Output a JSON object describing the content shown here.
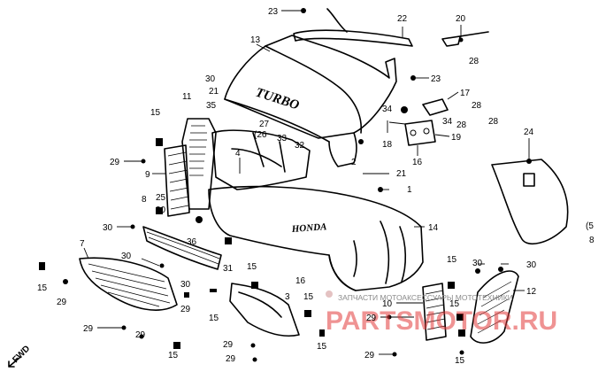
{
  "diagram": {
    "callouts": [
      {
        "id": "c23a",
        "text": "23"
      },
      {
        "id": "c22",
        "text": "22"
      },
      {
        "id": "c20",
        "text": "20"
      },
      {
        "id": "c28a",
        "text": "28"
      },
      {
        "id": "c13",
        "text": "13"
      },
      {
        "id": "c23b",
        "text": "23"
      },
      {
        "id": "c17",
        "text": "17"
      },
      {
        "id": "c28b",
        "text": "28"
      },
      {
        "id": "c34a",
        "text": "34"
      },
      {
        "id": "c34b",
        "text": "34"
      },
      {
        "id": "c28c",
        "text": "28"
      },
      {
        "id": "c28d",
        "text": "28"
      },
      {
        "id": "c19",
        "text": "19"
      },
      {
        "id": "c18",
        "text": "18"
      },
      {
        "id": "c16a",
        "text": "16"
      },
      {
        "id": "c30a",
        "text": "30"
      },
      {
        "id": "c21a",
        "text": "21"
      },
      {
        "id": "c11",
        "text": "11"
      },
      {
        "id": "c35",
        "text": "35"
      },
      {
        "id": "c27",
        "text": "27"
      },
      {
        "id": "c26",
        "text": "(26"
      },
      {
        "id": "c33",
        "text": "33"
      },
      {
        "id": "c32",
        "text": "32"
      },
      {
        "id": "c15a",
        "text": "15"
      },
      {
        "id": "c2",
        "text": "2"
      },
      {
        "id": "c24",
        "text": "24"
      },
      {
        "id": "c29a",
        "text": "29"
      },
      {
        "id": "c9",
        "text": "9"
      },
      {
        "id": "c4",
        "text": "4"
      },
      {
        "id": "c21b",
        "text": "21"
      },
      {
        "id": "c1",
        "text": "1"
      },
      {
        "id": "c8a",
        "text": "8"
      },
      {
        "id": "c25",
        "text": "25"
      },
      {
        "id": "c5",
        "text": "(5"
      },
      {
        "id": "c8b",
        "text": "8"
      },
      {
        "id": "c14",
        "text": "14"
      },
      {
        "id": "c30b",
        "text": "30"
      },
      {
        "id": "c36",
        "text": "36"
      },
      {
        "id": "c31",
        "text": "31"
      },
      {
        "id": "c7",
        "text": "7"
      },
      {
        "id": "c30c",
        "text": "30"
      },
      {
        "id": "c15b",
        "text": "15"
      },
      {
        "id": "c15c",
        "text": "15"
      },
      {
        "id": "c16b",
        "text": "16"
      },
      {
        "id": "c15d",
        "text": "15"
      },
      {
        "id": "c30d",
        "text": "30"
      },
      {
        "id": "c30e",
        "text": "30"
      },
      {
        "id": "c12",
        "text": "12"
      },
      {
        "id": "c15e",
        "text": "15"
      },
      {
        "id": "c29b",
        "text": "29"
      },
      {
        "id": "c30f",
        "text": "30"
      },
      {
        "id": "c3",
        "text": "3"
      },
      {
        "id": "c15f",
        "text": "15"
      },
      {
        "id": "c10",
        "text": "10"
      },
      {
        "id": "c29c",
        "text": "29"
      },
      {
        "id": "c29d",
        "text": "29"
      },
      {
        "id": "c15g",
        "text": "15"
      },
      {
        "id": "c29e",
        "text": "29"
      },
      {
        "id": "c29f",
        "text": "29"
      },
      {
        "id": "c29g",
        "text": "29"
      },
      {
        "id": "c29h",
        "text": "29"
      },
      {
        "id": "c29i",
        "text": "29"
      },
      {
        "id": "c15h",
        "text": "15"
      },
      {
        "id": "c15i",
        "text": "15"
      },
      {
        "id": "c15j",
        "text": "15"
      },
      {
        "id": "c30g",
        "text": "30"
      }
    ],
    "direction_marker": "FWD",
    "emboss_turbo": "TURBO",
    "emboss_honda": "HONDA"
  },
  "watermark": {
    "top_text": "ЗАПЧАСТИ МОТОАКСЕССУАРЫ МОТОТЕХНИКИ",
    "main_text": "PARTSMOTOR.RU"
  },
  "colors": {
    "line": "#000000",
    "background": "#ffffff",
    "watermark_red": "#e23b3b",
    "watermark_gray": "#8a8a8a"
  }
}
